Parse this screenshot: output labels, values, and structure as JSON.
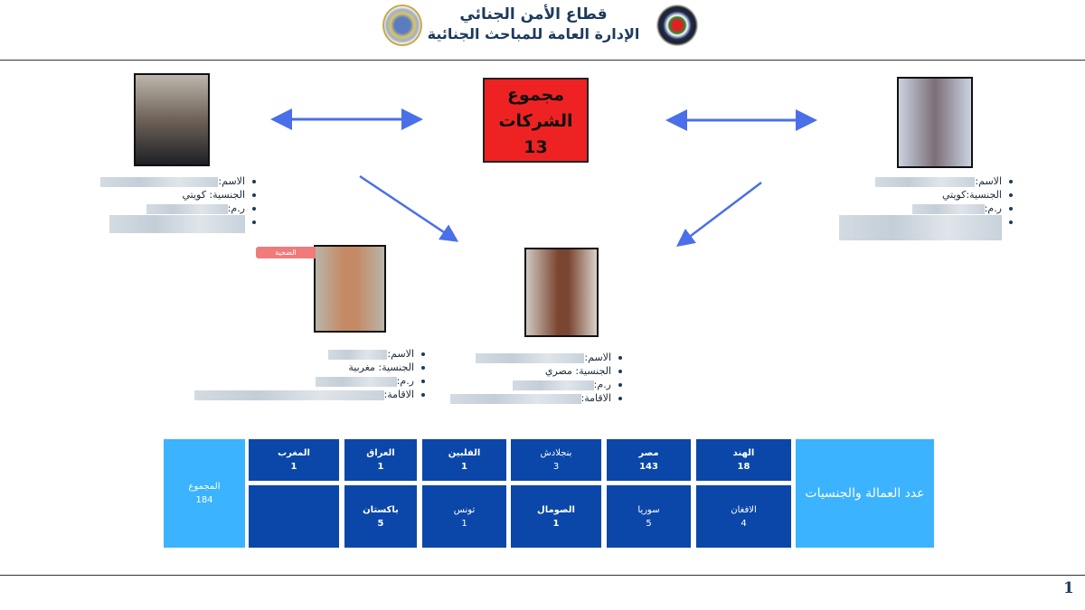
{
  "header": {
    "line1": "قطاع الأمن الجنائي",
    "line2": "الإدارة العامة للمباحث الجنائية"
  },
  "center_box": {
    "line1": "مجموع",
    "line2": "الشركات",
    "count": "13"
  },
  "people": [
    {
      "id": "left-top",
      "fields": [
        "الاسم:",
        "الجنسية: كويتي",
        "ر.م:",
        ""
      ]
    },
    {
      "id": "right-top",
      "fields": [
        "الاسم:",
        "الجنسية:كويتي",
        "ر.م:",
        ""
      ]
    },
    {
      "id": "victim",
      "tag": "الضحية",
      "fields": [
        "الاسم:",
        "الجنسية:  مغربية",
        "ر.م:",
        "الاقامة:"
      ]
    },
    {
      "id": "center-bottom",
      "fields": [
        "الاسم:",
        "الجنسية:  مصري",
        "ر.م:",
        "الاقامة:"
      ]
    }
  ],
  "labor_table": {
    "title": "عدد العمالة والجنسيات",
    "total": {
      "label": "المجموع",
      "value": "184"
    },
    "row1": [
      {
        "label": "الهند",
        "value": "18"
      },
      {
        "label": "مصر",
        "value": "143"
      },
      {
        "label": "بنجلادش",
        "value": "3"
      },
      {
        "label": "الفلبين",
        "value": "1"
      },
      {
        "label": "العراق",
        "value": "1"
      },
      {
        "label": "المغرب",
        "value": "1"
      }
    ],
    "row2": [
      {
        "label": "الافغان",
        "value": "4"
      },
      {
        "label": "سوريا",
        "value": "5"
      },
      {
        "label": "الصومال",
        "value": "1"
      },
      {
        "label": "تونس",
        "value": "1"
      },
      {
        "label": "باكستان",
        "value": "5"
      },
      {
        "label": "",
        "value": ""
      }
    ]
  },
  "colors": {
    "accent_red": "#ee2222",
    "table_dark": "#0a47a8",
    "table_light": "#3bb3ff",
    "arrow": "#4a6fe8"
  },
  "page_number": "1"
}
